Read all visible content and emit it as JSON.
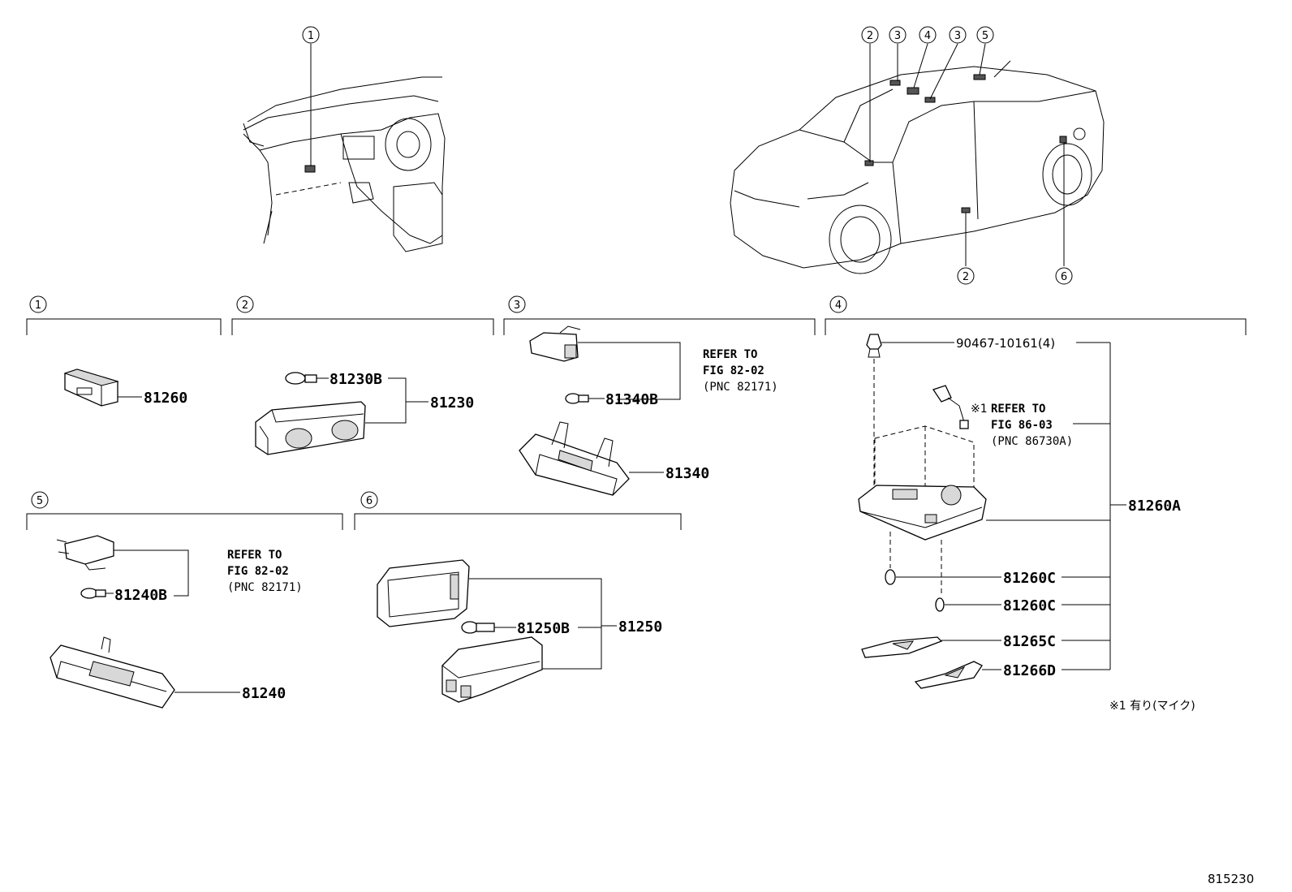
{
  "callouts": {
    "c1": "1",
    "c2": "2",
    "c3": "3",
    "c4": "4",
    "c5": "5",
    "c6": "6"
  },
  "section1": {
    "part": "81260"
  },
  "section2": {
    "bulb": "81230B",
    "assy": "81230"
  },
  "section3": {
    "bulb": "81340B",
    "assy": "81340",
    "refer_line1": "REFER TO",
    "refer_line2": "FIG 82-02",
    "refer_line3": "(PNC 82171)"
  },
  "section4": {
    "clip": "90467-10161(4)",
    "note_mark": "※1",
    "refer_line1": "REFER TO",
    "refer_line2": "FIG 86-03",
    "refer_line3": "(PNC 86730A)",
    "assy": "81260A",
    "bulb1": "81260C",
    "bulb2": "81260C",
    "lens1": "81265C",
    "lens2": "81266D"
  },
  "section5": {
    "bulb": "81240B",
    "assy": "81240",
    "refer_line1": "REFER TO",
    "refer_line2": "FIG 82-02",
    "refer_line3": "(PNC 82171)"
  },
  "section6": {
    "bulb": "81250B",
    "assy": "81250"
  },
  "footnote": "※1 有り(マイク)",
  "figure_code": "815230"
}
